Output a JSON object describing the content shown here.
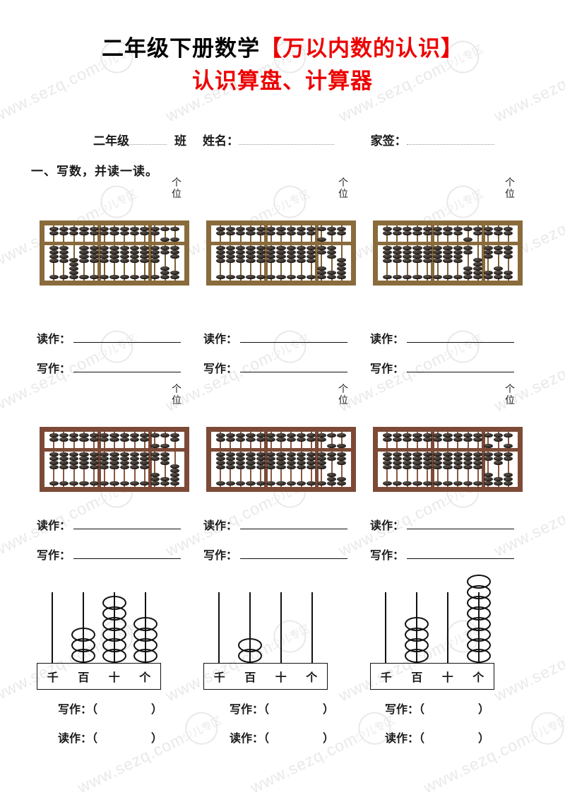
{
  "document": {
    "title_line_1_black": "二年级下册数学",
    "title_line_1_red": "【万以内数的认识】",
    "title_line_2_red": "认识算盘、计算器"
  },
  "info_line": {
    "grade_label": "二年级",
    "class_label": "班",
    "name_label": "姓名：",
    "signature_label": "家签："
  },
  "sections": [
    {
      "heading": "一、写数，并读一读。"
    }
  ],
  "labels": {
    "ones_place_char_1": "个",
    "ones_place_char_2": "位",
    "read_as": "读作：",
    "write_as": "写作：",
    "read_as_paren": "读作：（",
    "write_as_paren": "写作：（",
    "paren_close": "）"
  },
  "place_value_headers": [
    "千",
    "百",
    "十",
    "个"
  ],
  "abacus_rows": [
    {
      "wood": "wood-a",
      "items": [
        {
          "upper": [
            0,
            0,
            0,
            0,
            0,
            0,
            0,
            0,
            0,
            0,
            0,
            1,
            1
          ],
          "lower": [
            4,
            4,
            0,
            4,
            4,
            4,
            4,
            4,
            4,
            4,
            4,
            2,
            3
          ]
        },
        {
          "upper": [
            0,
            0,
            0,
            0,
            0,
            0,
            0,
            0,
            0,
            0,
            1,
            0,
            0
          ],
          "lower": [
            4,
            4,
            4,
            4,
            4,
            4,
            4,
            4,
            4,
            4,
            2,
            3,
            0
          ]
        },
        {
          "upper": [
            0,
            0,
            0,
            0,
            0,
            0,
            0,
            0,
            1,
            0,
            0,
            0,
            0
          ],
          "lower": [
            4,
            4,
            4,
            4,
            4,
            4,
            4,
            4,
            2,
            0,
            3,
            2,
            3
          ]
        }
      ]
    },
    {
      "wood": "wood-b",
      "items": [
        {
          "upper": [
            0,
            0,
            0,
            0,
            0,
            0,
            0,
            0,
            0,
            0,
            1,
            1,
            0
          ],
          "lower": [
            4,
            4,
            4,
            4,
            4,
            4,
            4,
            4,
            4,
            4,
            2,
            3,
            0
          ]
        },
        {
          "upper": [
            0,
            0,
            0,
            0,
            0,
            0,
            0,
            0,
            0,
            0,
            0,
            1,
            1
          ],
          "lower": [
            4,
            4,
            4,
            4,
            4,
            4,
            4,
            4,
            4,
            4,
            4,
            2,
            3
          ]
        },
        {
          "upper": [
            0,
            0,
            0,
            0,
            0,
            0,
            0,
            0,
            0,
            0,
            1,
            0,
            1
          ],
          "lower": [
            4,
            4,
            4,
            4,
            4,
            4,
            4,
            4,
            4,
            4,
            2,
            3,
            2
          ]
        }
      ]
    }
  ],
  "place_value_diagrams": [
    {
      "counts": [
        0,
        3,
        6,
        4
      ]
    },
    {
      "counts": [
        0,
        2,
        0,
        0
      ]
    },
    {
      "counts": [
        0,
        4,
        0,
        8
      ]
    }
  ],
  "watermark": {
    "url_text": "www.sezq.com",
    "badge_text": "少儿专区"
  },
  "colors": {
    "title_red": "#ed0000",
    "title_black": "#000000",
    "ink": "#111111",
    "wood_light": "#8a6b3c",
    "wood_red": "#7d4a37",
    "bead_dark": "#2b2420",
    "watermark": "#e9e9e9"
  }
}
